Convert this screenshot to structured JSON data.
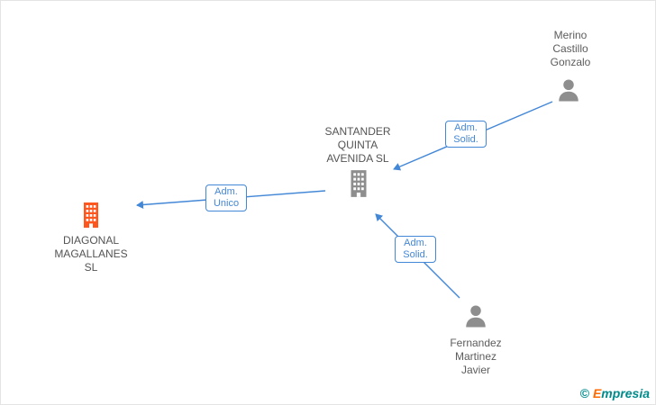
{
  "diagram": {
    "type": "corporate-relationship-graph",
    "nodes": [
      {
        "id": "merino-castillo-gonzalo",
        "type": "person",
        "lines": [
          "Merino",
          "Castillo",
          "Gonzalo"
        ]
      },
      {
        "id": "santander-quinta-avenida-sl",
        "type": "company",
        "lines": [
          "SANTANDER",
          "QUINTA",
          "AVENIDA  SL"
        ]
      },
      {
        "id": "diagonal-magallanes-sl",
        "type": "company",
        "highlighted": true,
        "lines": [
          "DIAGONAL",
          "MAGALLANES",
          "SL"
        ]
      },
      {
        "id": "fernandez-martinez-javier",
        "type": "person",
        "lines": [
          "Fernandez",
          "Martinez",
          "Javier"
        ]
      }
    ],
    "edges": [
      {
        "from": "merino-castillo-gonzalo",
        "to": "santander-quinta-avenida-sl",
        "label_lines": [
          "Adm.",
          "Solid."
        ]
      },
      {
        "from": "santander-quinta-avenida-sl",
        "to": "diagonal-magallanes-sl",
        "label_lines": [
          "Adm.",
          "Unico"
        ]
      },
      {
        "from": "fernandez-martinez-javier",
        "to": "santander-quinta-avenida-sl",
        "label_lines": [
          "Adm.",
          "Solid."
        ]
      }
    ]
  },
  "watermark": {
    "copyright_symbol": "©",
    "brand_initial": "E",
    "brand_rest": "mpresia"
  },
  "colors": {
    "edge_blue": "#4387d7",
    "icon_gray": "#8e8e8e",
    "highlight_orange": "#fd571e",
    "text_gray": "#5c5c5c",
    "watermark_teal": "#008b8b",
    "watermark_orange": "#ff6a00"
  }
}
